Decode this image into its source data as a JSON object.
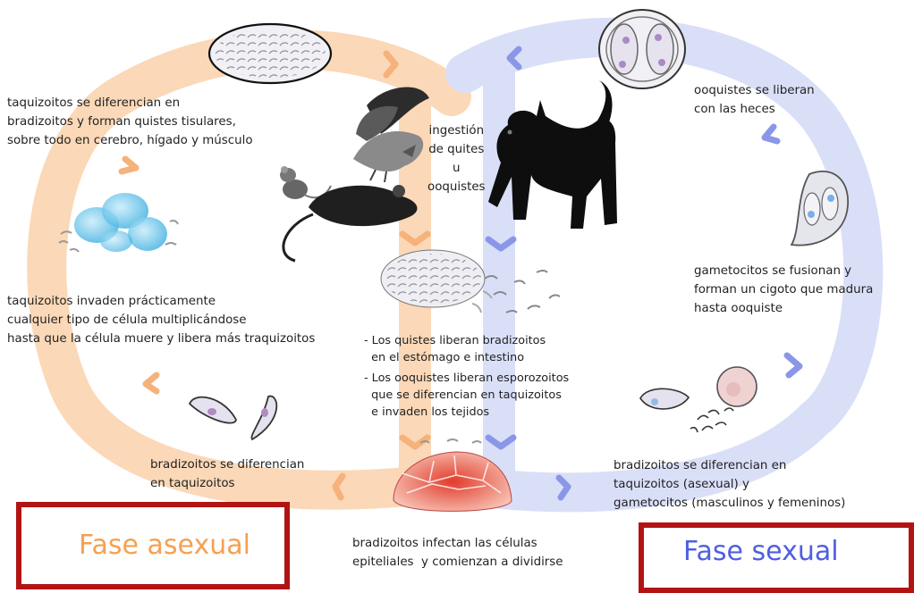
{
  "colors": {
    "asexual_band": "#fbd8b7",
    "sexual_band": "#dadff8",
    "asexual_text": "#f5a052",
    "sexual_text": "#4f5fe0",
    "box_border": "#b21414"
  },
  "icons": [
    "cyst-oval",
    "bird",
    "mouse",
    "rat",
    "cat",
    "oocyst-4",
    "oocyst-2",
    "cells-blue",
    "zoites",
    "epithelium",
    "macrogamete",
    "microgametes"
  ],
  "labels": {
    "asex_top": "taquizoitos se diferencian en\nbradizoitos y forman quistes tisulares,\nsobre todo en cerebro, hígado y músculo",
    "asex_mid": "taquizoitos invaden prácticamente\ncualquier tipo de célula multiplicándose\nhasta que la célula muere y libera más traquizoitos",
    "asex_bottom": "bradizoitos se diferencian\nen taquizoitos",
    "center_bottom": "bradizoitos infectan las células\nepiteliales  y comienzan a dividirse",
    "ingestion": "ingestión\nde quites\nu\nooquistes",
    "bullet1": "- Los quistes liberan bradizoitos\n  en el estómago e intestino",
    "bullet2": "- Los ooquistes liberan esporozoitos\n  que se diferencian en taquizoitos\n  e invaden los tejidos",
    "sex_top": "ooquistes se liberan\ncon las heces",
    "sex_mid": "gametocitos se fusionan y\nforman un cigoto que madura\nhasta ooquiste",
    "sex_bottom": "bradizoitos se diferencian en\ntaquizoitos (asexual) y\ngametocitos (masculinos y femeninos)"
  },
  "boxes": {
    "asexual": "Fase asexual",
    "sexual": "Fase sexual"
  }
}
